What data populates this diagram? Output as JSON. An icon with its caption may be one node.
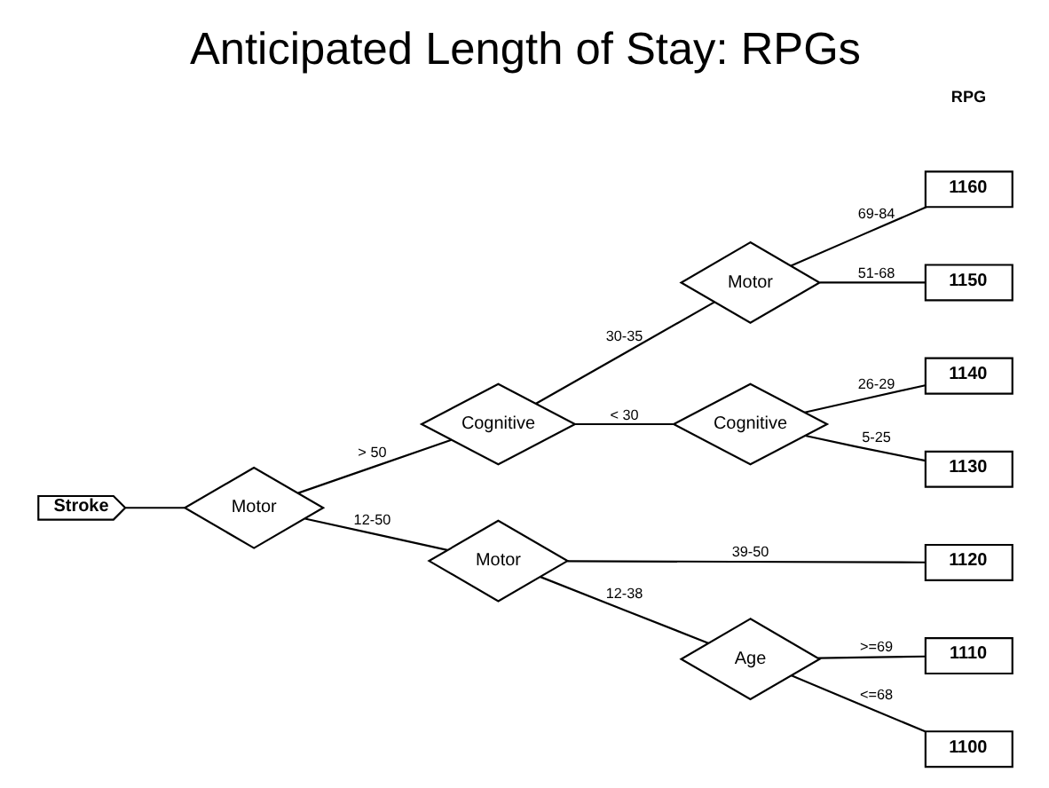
{
  "diagram": {
    "title": "Anticipated Length of Stay: RPGs",
    "nodes": [
      {
        "text": [
          "Stroke"
        ]
      },
      {
        "text": [
          "Motor"
        ]
      },
      {
        "text": [
          "Cognitive"
        ]
      },
      {
        "text": [
          "Motor"
        ]
      },
      {
        "text": [
          "Cognitive"
        ]
      },
      {
        "text": [
          "Motor"
        ]
      },
      {
        "text": [
          "Age"
        ]
      },
      {
        "text": [
          "1160"
        ]
      },
      {
        "text": [
          "1150"
        ]
      },
      {
        "text": [
          "1140"
        ]
      },
      {
        "text": [
          "1130"
        ]
      },
      {
        "text": [
          "1120"
        ]
      },
      {
        "text": [
          "1110"
        ]
      },
      {
        "text": [
          "1100"
        ]
      }
    ],
    "edges": [
      {
        "from": 0,
        "to": 1,
        "arrow": "none"
      },
      {
        "from": 1,
        "to": 2,
        "label": "> 50",
        "arrow": "none"
      },
      {
        "from": 1,
        "to": 5,
        "label": "12-50",
        "arrow": "none"
      },
      {
        "from": 2,
        "to": 3,
        "label": "30-35",
        "arrow": "none"
      },
      {
        "from": 2,
        "to": 4,
        "label": "< 30",
        "arrow": "none"
      },
      {
        "from": 3,
        "to": 7,
        "label": "69-84",
        "arrow": "none"
      },
      {
        "from": 3,
        "to": 8,
        "label": "51-68",
        "arrow": "none"
      },
      {
        "from": 4,
        "to": 9,
        "label": "26-29",
        "arrow": "none"
      },
      {
        "from": 4,
        "to": 10,
        "label": "5-25",
        "arrow": "none"
      },
      {
        "from": 5,
        "to": 11,
        "label": "39-50",
        "arrow": "none"
      },
      {
        "from": 5,
        "to": 6,
        "label": "12-38",
        "arrow": "none"
      },
      {
        "from": 6,
        "to": 12,
        "label": ">=69",
        "arrow": "none"
      },
      {
        "from": 6,
        "to": 13,
        "label": "<=68",
        "arrow": "none"
      }
    ],
    "labels": [
      "RPG"
    ]
  }
}
